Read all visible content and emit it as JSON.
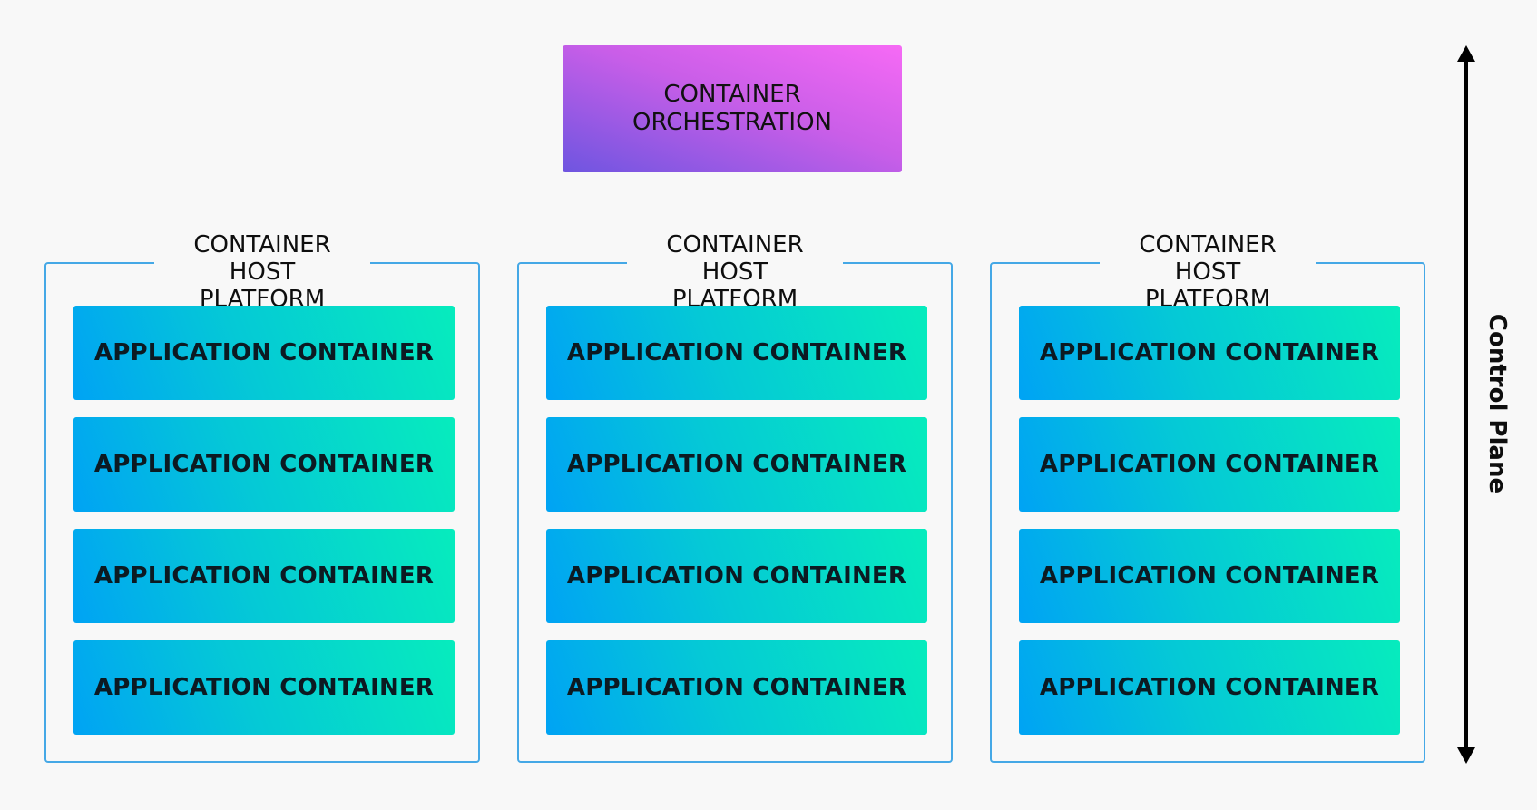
{
  "orchestration": {
    "label": "CONTAINER\nORCHESTRATION"
  },
  "platforms": [
    {
      "title": "CONTAINER HOST\nPLATFORM",
      "containers": [
        "APPLICATION CONTAINER",
        "APPLICATION CONTAINER",
        "APPLICATION CONTAINER",
        "APPLICATION CONTAINER"
      ]
    },
    {
      "title": "CONTAINER HOST\nPLATFORM",
      "containers": [
        "APPLICATION CONTAINER",
        "APPLICATION CONTAINER",
        "APPLICATION CONTAINER",
        "APPLICATION CONTAINER"
      ]
    },
    {
      "title": "CONTAINER HOST\nPLATFORM",
      "containers": [
        "APPLICATION CONTAINER",
        "APPLICATION CONTAINER",
        "APPLICATION CONTAINER",
        "APPLICATION CONTAINER"
      ]
    }
  ],
  "control_plane": {
    "label": "Control Plane"
  },
  "colors": {
    "orchestration_gradient": [
      "#f66af5",
      "#6e55e0"
    ],
    "container_gradient": [
      "#00a3f4",
      "#06ecbd"
    ],
    "platform_border": "#45a8e6",
    "background": "#f8f8f8"
  }
}
